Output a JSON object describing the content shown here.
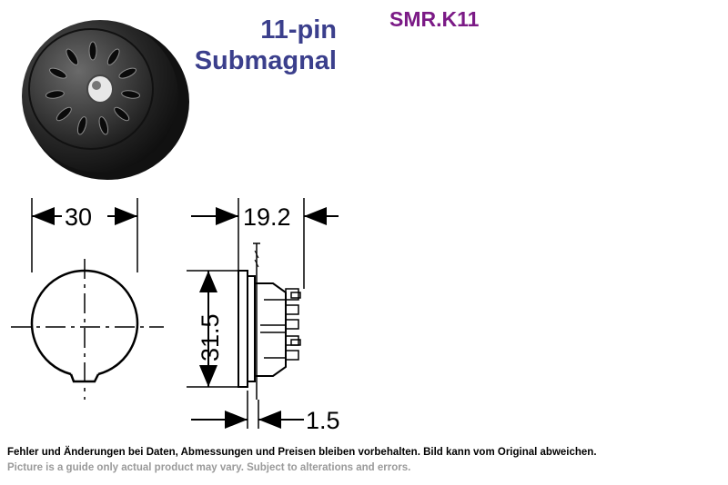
{
  "title": {
    "line1": "11-pin",
    "line2": "Submagnal"
  },
  "part_number": "SMR.K11",
  "dimensions": {
    "front_width": "30",
    "side_depth": "19.2",
    "height": "31.5",
    "flange": "1.5"
  },
  "footer": {
    "german": "Fehler und Änderungen bei Daten, Abmessungen und Preisen bleiben vorbehalten. Bild kann vom Original abweichen.",
    "english": "Picture is a guide only actual product may vary. Subject to alterations and errors."
  },
  "colors": {
    "title": "#3b3f8c",
    "part_number": "#7b1a86",
    "footer_note": "#9a9a9a"
  },
  "pin_count": 11
}
